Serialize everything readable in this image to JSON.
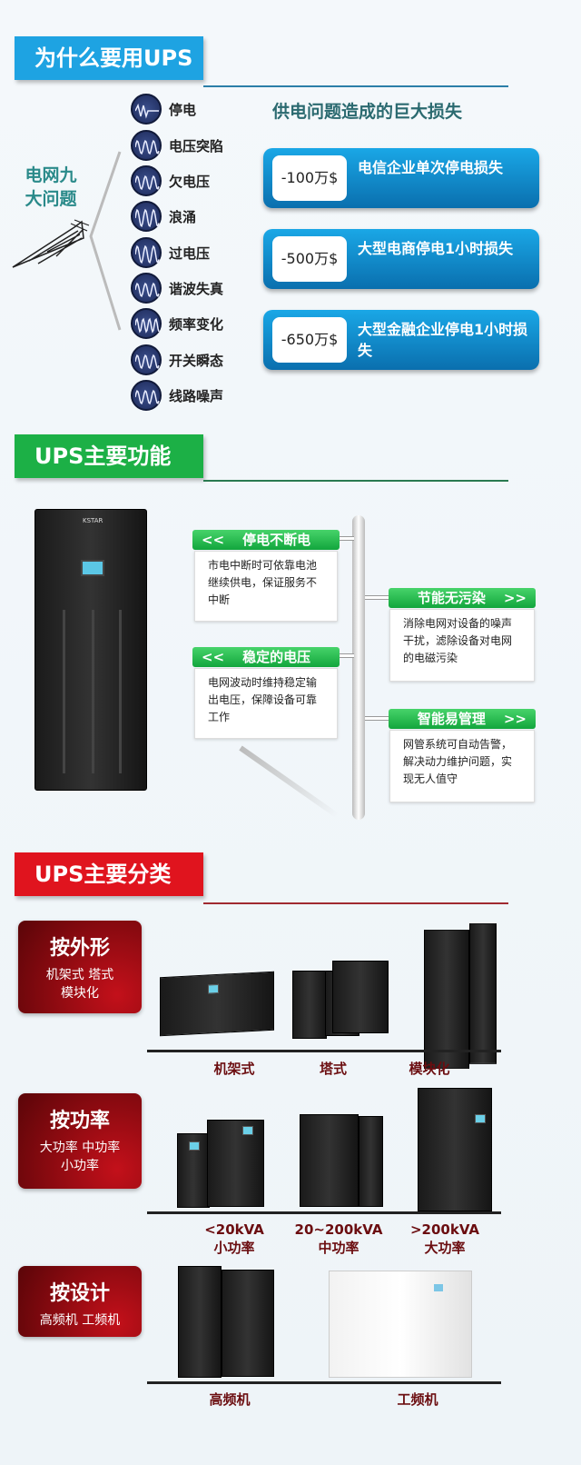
{
  "section1": {
    "title": "为什么要用UPS",
    "grid_label_line1": "电网九",
    "grid_label_line2": "大问题",
    "problems": [
      "停电",
      "电压突陷",
      "欠电压",
      "浪涌",
      "过电压",
      "谐波失真",
      "频率变化",
      "开关瞬态",
      "线路噪声"
    ],
    "loss_heading": "供电问题造成的巨大损失",
    "losses": [
      {
        "amount": "-100万$",
        "desc": "电信企业单次停电损失"
      },
      {
        "amount": "-500万$",
        "desc": "大型电商停电1小时损失"
      },
      {
        "amount": "-650万$",
        "desc": "大型金融企业停电1小时损失"
      }
    ],
    "accent": "#1a9fe0"
  },
  "section2": {
    "title": "UPS主要功能",
    "cabinet_brand": "KSTAR",
    "features": [
      {
        "title": "停电不断电",
        "arrow": "<<",
        "text": "市电中断时可依靠电池继续供电，保证服务不中断"
      },
      {
        "title": "稳定的电压",
        "arrow": "<<",
        "text": "电网波动时维持稳定输出电压，保障设备可靠工作"
      },
      {
        "title": "节能无污染",
        "arrow": ">>",
        "text": "消除电网对设备的噪声干扰，滤除设备对电网的电磁污染"
      },
      {
        "title": "智能易管理",
        "arrow": ">>",
        "text": "网管系统可自动告警，解决动力维护问题，实现无人值守"
      }
    ],
    "accent": "#18b040"
  },
  "section3": {
    "title": "UPS主要分类",
    "categories": [
      {
        "title": "按外形",
        "sub1": "机架式 塔式",
        "sub2": "模块化",
        "labels": [
          [
            "机架式"
          ],
          [
            "塔式"
          ],
          [
            "模块化"
          ]
        ]
      },
      {
        "title": "按功率",
        "sub1": "大功率 中功率",
        "sub2": "小功率",
        "labels": [
          [
            "<20kVA",
            "小功率"
          ],
          [
            "20~200kVA",
            "中功率"
          ],
          [
            ">200kVA",
            "大功率"
          ]
        ]
      },
      {
        "title": "按设计",
        "sub1": "高频机 工频机",
        "sub2": "",
        "labels": [
          [
            "高频机"
          ],
          [
            "工频机"
          ]
        ]
      }
    ],
    "accent": "#e0141e"
  }
}
